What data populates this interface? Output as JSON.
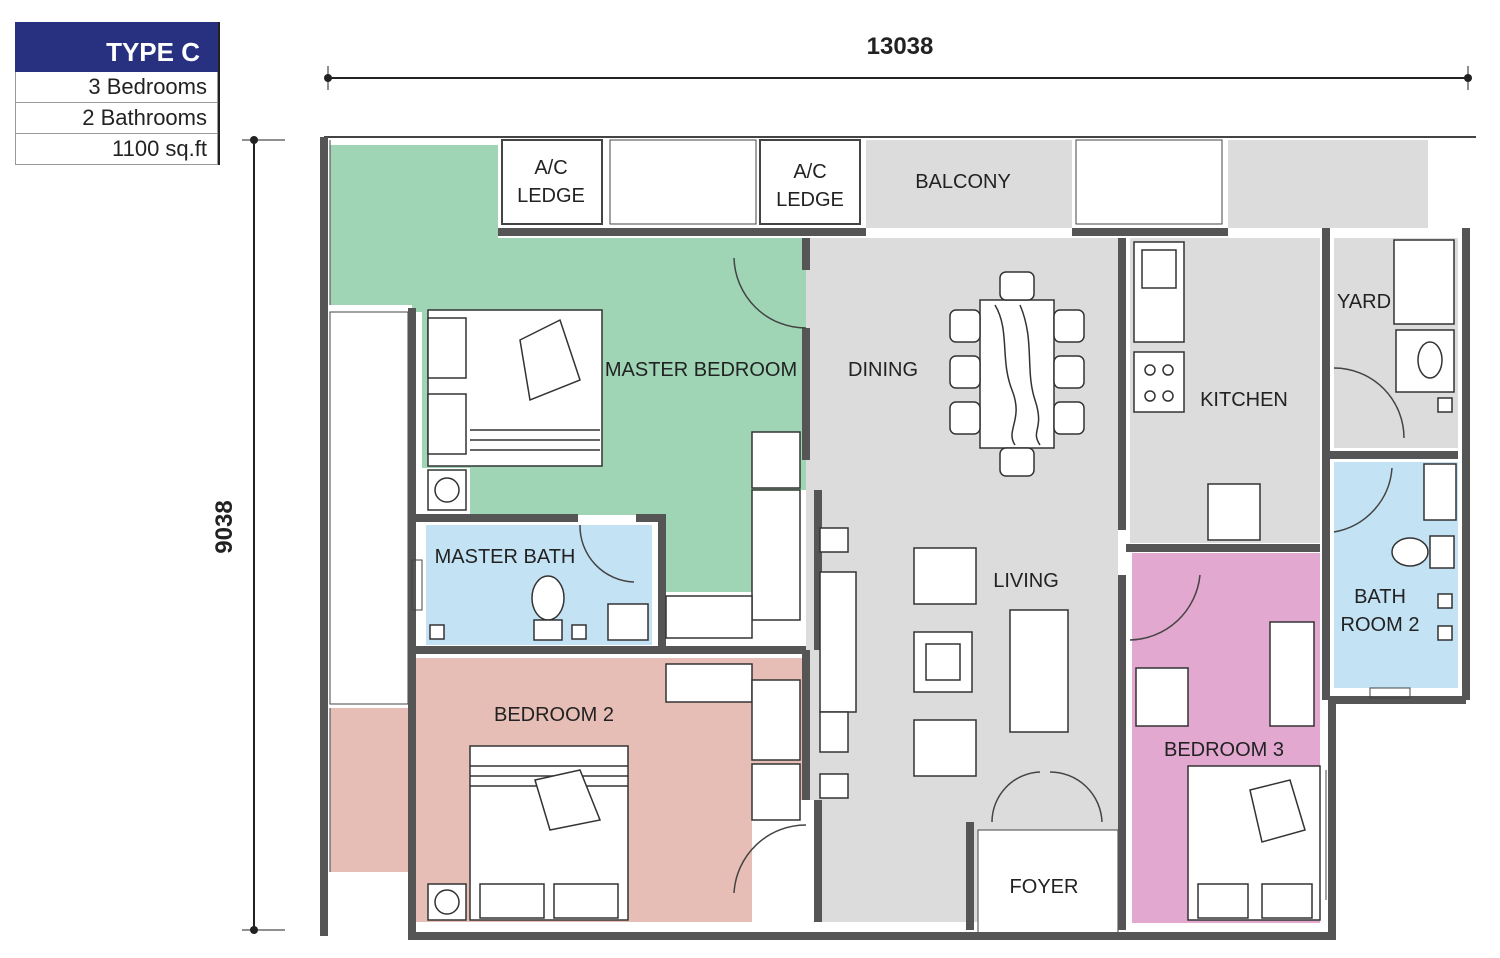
{
  "legend": {
    "type": "TYPE C",
    "bedrooms": "3 Bedrooms",
    "bathrooms": "2 Bathrooms",
    "area": "1100  sq.ft"
  },
  "dimensions": {
    "width": "13038",
    "height": "9038"
  },
  "rooms": {
    "ac_ledge": "A/C",
    "ac_ledge_2": "LEDGE",
    "balcony": "BALCONY",
    "master_bedroom": "MASTER BEDROOM",
    "dining": "DINING",
    "kitchen": "KITCHEN",
    "yard": "YARD",
    "master_bath": "MASTER BATH",
    "living": "LIVING",
    "bath_room_2a": "BATH",
    "bath_room_2b": "ROOM 2",
    "bedroom_2": "BEDROOM 2",
    "bedroom_3": "BEDROOM 3",
    "foyer": "FOYER"
  },
  "colors": {
    "master_bedroom": "#9fd5b5",
    "bedroom_2": "#e6beb6",
    "bedroom_3": "#e2a8cf",
    "bath": "#c3e3f5",
    "common": "#dcdcdc",
    "wall": "#555555",
    "legend_header": "#27317f"
  }
}
